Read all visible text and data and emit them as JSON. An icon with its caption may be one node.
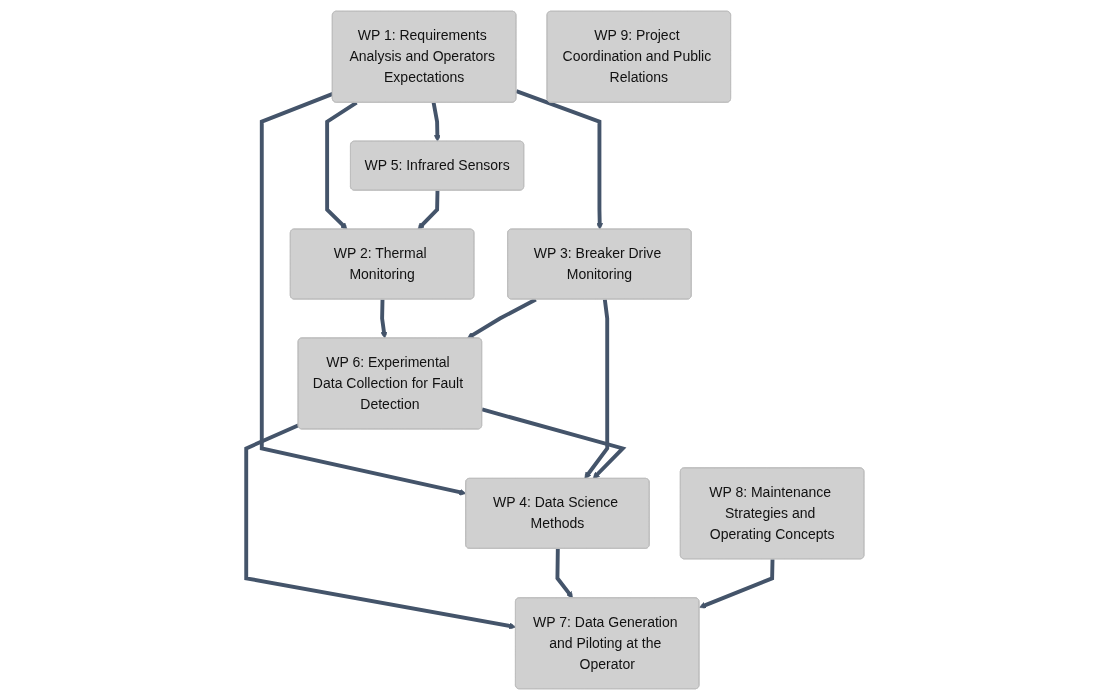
{
  "diagram": {
    "nodes": [
      {
        "text": [
          "WP 1: Requirements Analysis and Operators Expectations"
        ]
      },
      {
        "text": [
          "WP 5: Infrared Sensors"
        ]
      },
      {
        "text": [
          "WP 2: Thermal Monitoring"
        ]
      },
      {
        "text": [
          "WP 3: Breaker Drive Monitoring"
        ]
      },
      {
        "text": [
          "WP 4: Data Science Methods"
        ]
      },
      {
        "text": [
          "WP 6: Experimental Data Collection for Fault Detection"
        ]
      },
      {
        "text": [
          "WP 7: Data Generation and Piloting at the Operator"
        ]
      },
      {
        "text": [
          "WP 8: Maintenance Strategies and Operating Concepts"
        ]
      },
      {
        "text": [
          "WP 9: Project Coordination and Public Relations"
        ]
      }
    ],
    "edges": [
      {
        "from": 0,
        "to": 1,
        "arrow": "to"
      },
      {
        "from": 0,
        "to": 2,
        "arrow": "to"
      },
      {
        "from": 0,
        "to": 3,
        "arrow": "to"
      },
      {
        "from": 0,
        "to": 4,
        "arrow": "to"
      },
      {
        "from": 1,
        "to": 2,
        "arrow": "to"
      },
      {
        "from": 3,
        "to": 4,
        "arrow": "to"
      },
      {
        "from": 2,
        "to": 5,
        "arrow": "to"
      },
      {
        "from": 3,
        "to": 5,
        "arrow": "to"
      },
      {
        "from": 5,
        "to": 4,
        "arrow": "to"
      },
      {
        "from": 5,
        "to": 6,
        "arrow": "to"
      },
      {
        "from": 4,
        "to": 6,
        "arrow": "to"
      },
      {
        "from": 7,
        "to": 6,
        "arrow": "to"
      }
    ]
  }
}
